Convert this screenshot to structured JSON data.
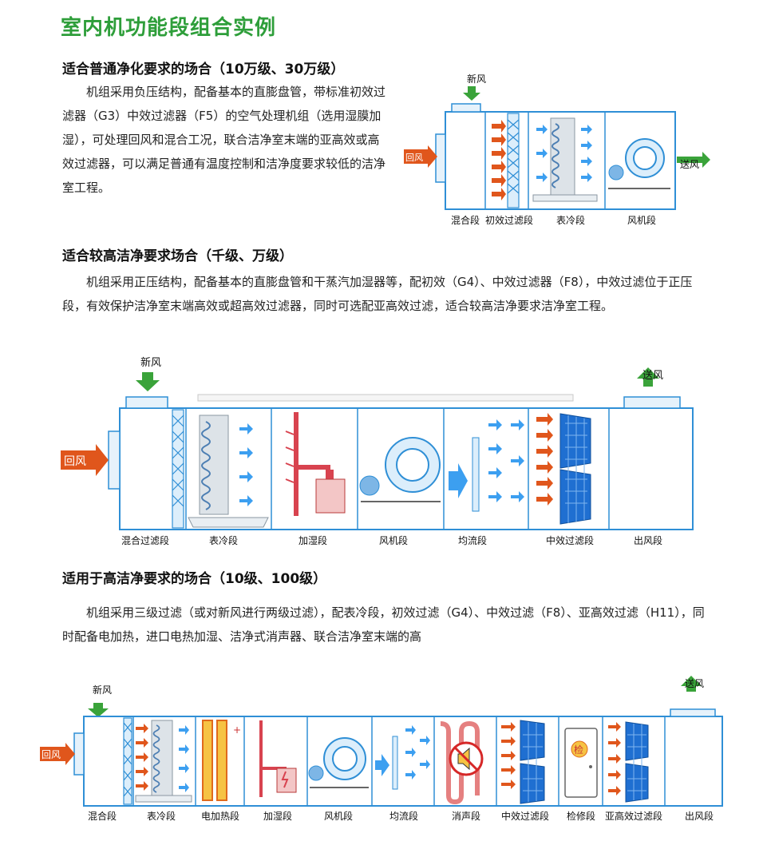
{
  "page": {
    "title": "室内机功能段组合实例"
  },
  "section1": {
    "heading": "适合普通净化要求的场合（10万级、30万级）",
    "text": "机组采用负压结构，配备基本的直膨盘管，带标准初效过滤器（G3）中效过滤器（F5）的空气处理机组（选用湿膜加湿），可处理回风和混合工况，联合洁净室末端的亚高效或高效过滤器，可以满足普通有温度控制和洁净度要求较低的洁净室工程。",
    "diagram": {
      "fresh_air": "新风",
      "return_air": "回风",
      "supply_air": "送风",
      "sections": [
        "混合段",
        "初效过滤段",
        "表冷段",
        "风机段"
      ]
    }
  },
  "section2": {
    "heading": "适合较高洁净要求场合（千级、万级）",
    "text": "机组采用正压结构，配备基本的直膨盘管和干蒸汽加湿器等，配初效（G4）、中效过滤器（F8），中效过滤位于正压段，有效保护洁净室末端高效或超高效过滤器，同时可选配亚高效过滤，适合较高洁净要求洁净室工程。",
    "diagram": {
      "fresh_air": "新风",
      "return_air": "回风",
      "supply_air": "送风",
      "sections": [
        "混合过滤段",
        "表冷段",
        "加湿段",
        "风机段",
        "均流段",
        "中效过滤段",
        "出风段"
      ]
    }
  },
  "section3": {
    "heading": "适用于高洁净要求的场合（10级、100级）",
    "text": "机组采用三级过滤（或对新风进行两级过滤），配表冷段，初效过滤（G4）、中效过滤（F8）、亚高效过滤（H11），同时配备电加热，进口电热加湿、洁净式消声器、联合洁净室末端的高",
    "diagram": {
      "fresh_air": "新风",
      "return_air": "回风",
      "supply_air": "送风",
      "inspect_badge": "检",
      "sections": [
        "混合段",
        "表冷段",
        "电加热段",
        "加湿段",
        "风机段",
        "均流段",
        "消声段",
        "中效过滤段",
        "检修段",
        "亚高效过滤段",
        "出风段"
      ]
    }
  },
  "colors": {
    "title_green": "#2e9e3a",
    "frame_blue": "#2f8fd6",
    "arrow_red": "#e0561c",
    "arrow_green": "#3aa33a"
  }
}
